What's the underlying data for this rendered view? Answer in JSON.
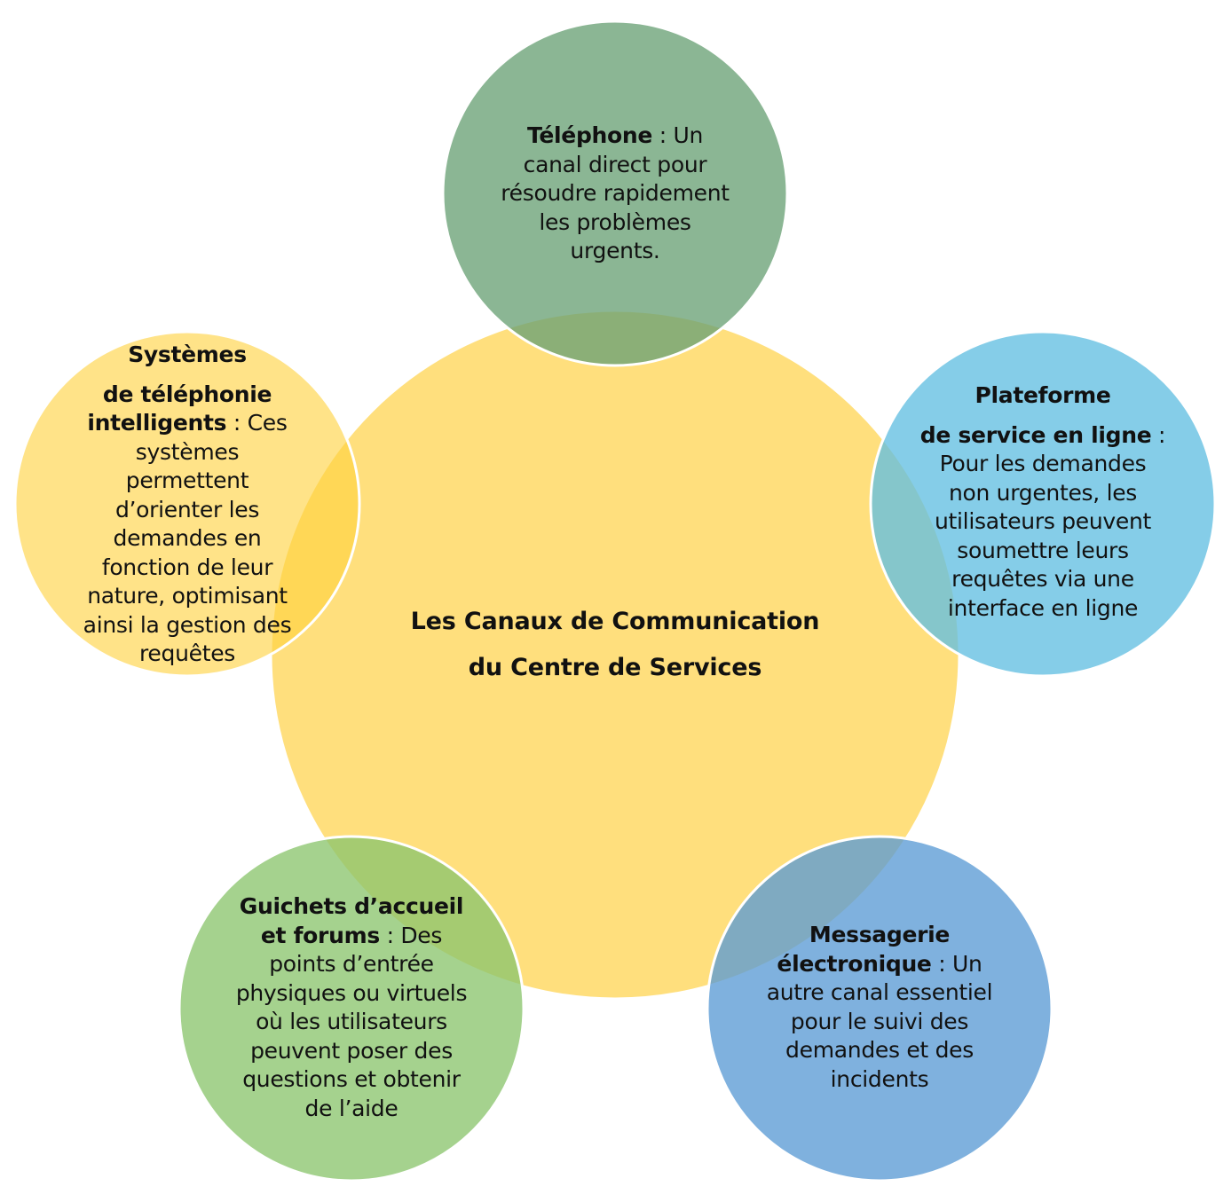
{
  "diagram": {
    "center": {
      "title_line1": "Les Canaux de Communication",
      "title_line2": "du Centre de Services",
      "color": "#ffd966"
    },
    "nodes": [
      {
        "id": "telephone",
        "title": "Téléphone",
        "sep": " : ",
        "text": "Un canal direct pour résoudre rapidement les problèmes urgents.",
        "lines": [
          "Un",
          "canal direct pour",
          "résoudre rapidement",
          "les problèmes",
          "urgents."
        ],
        "color": "#6aa276"
      },
      {
        "id": "plateforme",
        "title_line1": "Plateforme",
        "title_line2": "de service en ligne",
        "sep": " :",
        "lines": [
          "Pour les demandes",
          "non urgentes, les",
          "utilisateurs peuvent",
          "soumettre leurs",
          "requêtes via une",
          "interface en ligne"
        ],
        "color": "#63bfe2"
      },
      {
        "id": "messagerie",
        "title_line1": "Messagerie",
        "title_line2": "électronique",
        "sep": " : ",
        "lines": [
          "Un",
          "autre canal essentiel",
          "pour le suivi des",
          "demandes et des",
          "incidents"
        ],
        "color": "#5b9bd5"
      },
      {
        "id": "guichets",
        "title_line1": "Guichets d’accueil",
        "title_line2": "et forums",
        "sep": " : ",
        "lines": [
          "Des",
          "points d’entrée",
          "physiques ou virtuels",
          "où les utilisateurs",
          "peuvent poser des",
          "questions et obtenir",
          "de l’aide"
        ],
        "color": "#8cc56e"
      },
      {
        "id": "systemes",
        "title_line1": "Systèmes",
        "title_line2": "de téléphonie",
        "title_line3": "intelligents",
        "sep": " : ",
        "lines": [
          "Ces",
          "systèmes",
          "permettent",
          "d’orienter les",
          "demandes en",
          "fonction de leur",
          "nature, optimisant",
          "ainsi la gestion des",
          "requêtes"
        ],
        "color": "#ffd966"
      }
    ]
  }
}
